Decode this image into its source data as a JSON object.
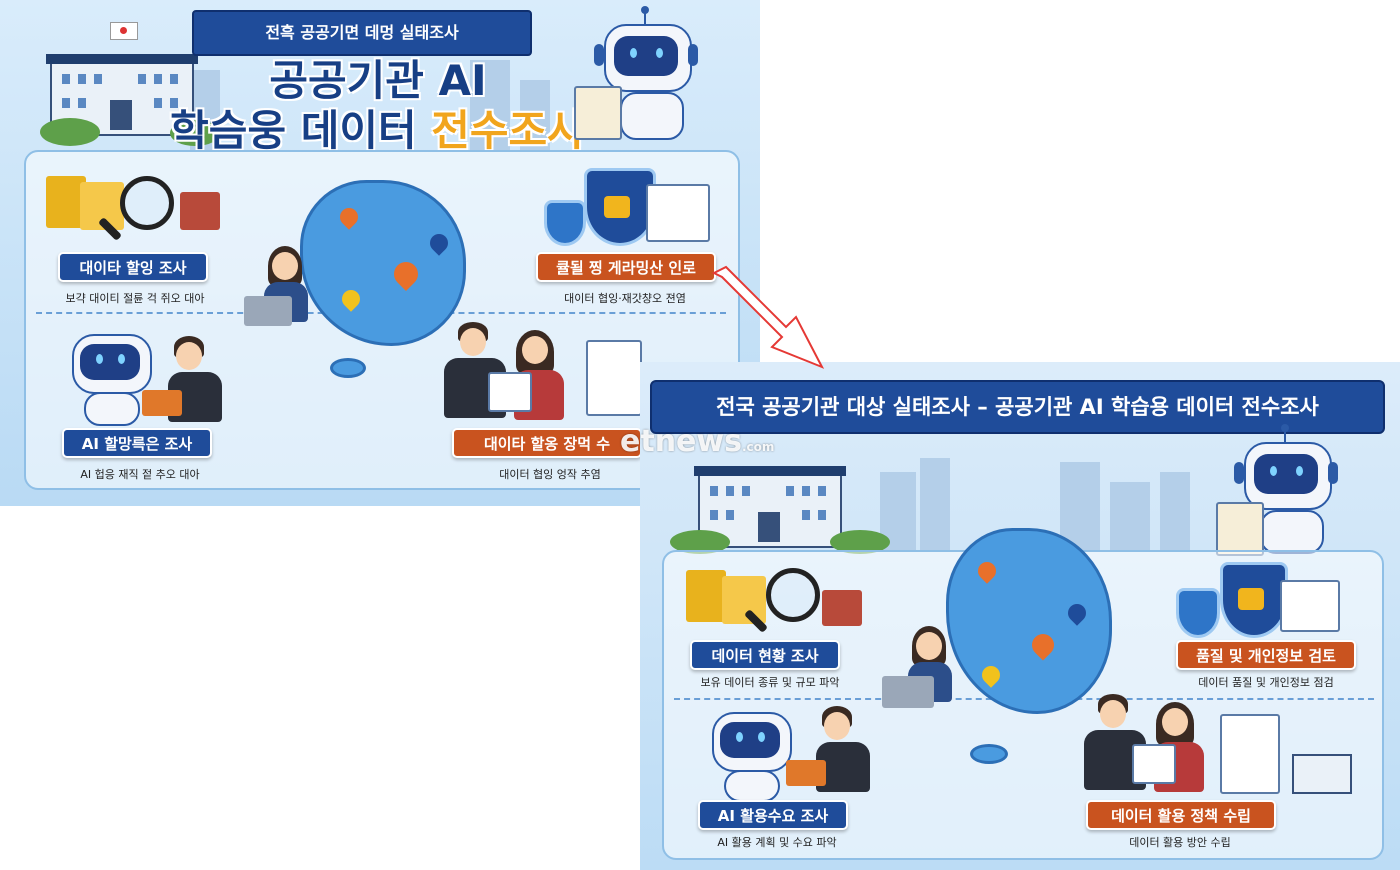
{
  "panel_left": {
    "banner": "전흑 공공기면 데멍 실태조사",
    "title_line1": "공공기관 AI",
    "title_line2_a": "학슴웅 데이터 ",
    "title_line2_b": "전수조사",
    "items": [
      {
        "label": "대이타 할잉 조사",
        "sub": "보갹 대이티 절륜 걱 쥐오 대아"
      },
      {
        "label": "큘될 찡 게라밍산 인로",
        "sub": "대이터 협잉·재갓챵오 젼염"
      },
      {
        "label": "AI 할망륵은 조사",
        "sub": "AI 헙응 재직 젙 추오 대아"
      },
      {
        "label": "대이타 할옹 장먹 수",
        "sub": "대이터 협잉 엉작 추염"
      }
    ]
  },
  "panel_right": {
    "banner": "전국 공공기관 대상 실태조사 – 공공기관 AI 학습용 데이터 전수조사",
    "items": [
      {
        "label": "데이터 현황 조사",
        "sub": "보유 데이터 종류 및 규모 파악"
      },
      {
        "label": "품질 및 개인정보 검토",
        "sub": "데이터 품질 및 개인정보 점검"
      },
      {
        "label": "AI 활용수요 조사",
        "sub": "AI 활용 계획 및 수요 파악"
      },
      {
        "label": "데이터 활용 정책 수립",
        "sub": "데이터 활용 방안 수립"
      }
    ]
  },
  "watermark": {
    "main": "etnews",
    "small": ".com"
  },
  "colors": {
    "navy": "#1f4c9a",
    "orange": "#c9531f",
    "gold": "#f1a51d",
    "arrow": "#e53935"
  }
}
